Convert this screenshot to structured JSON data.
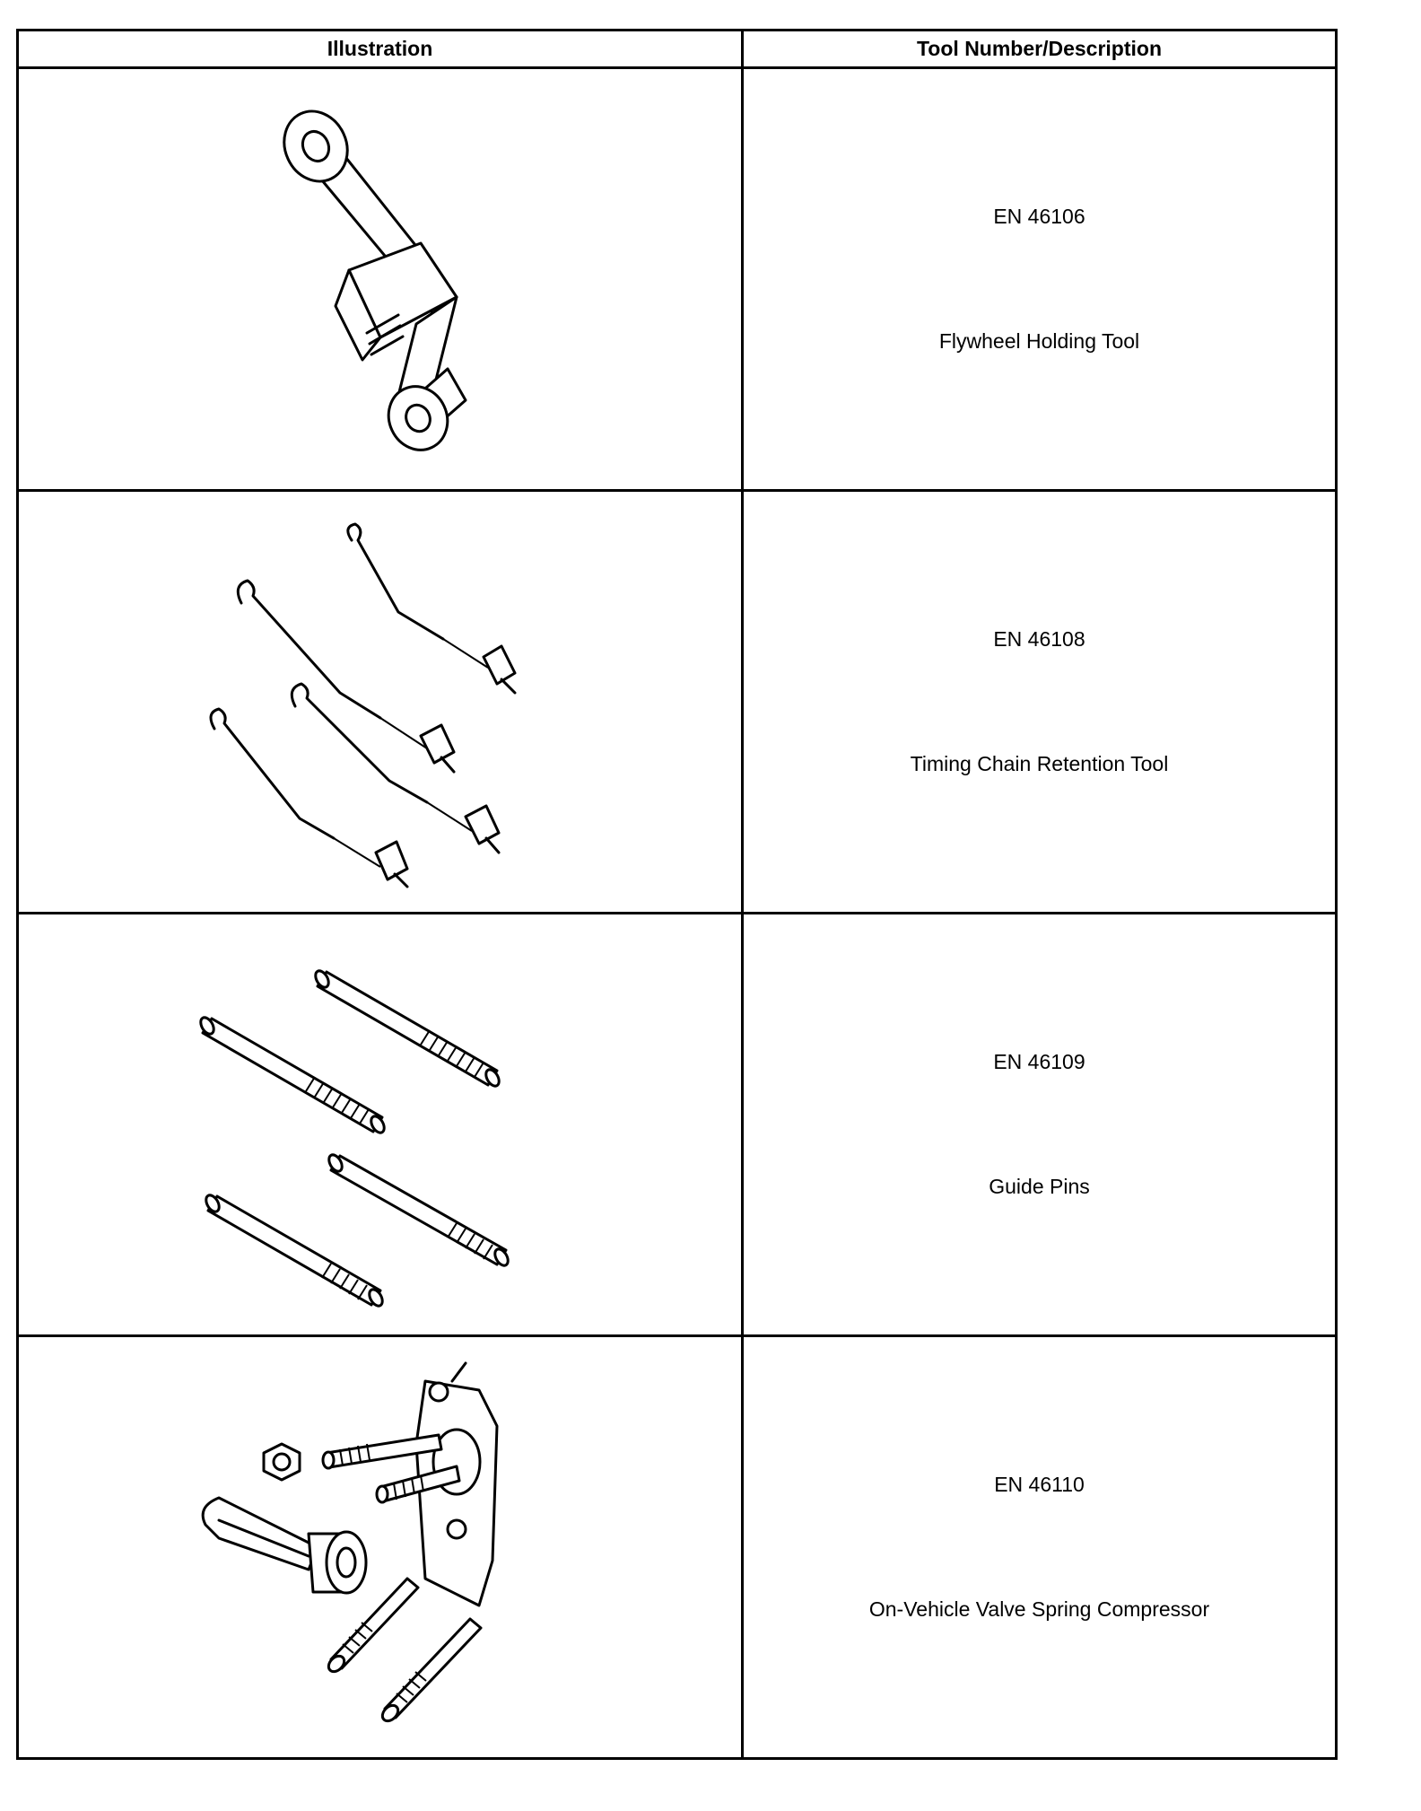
{
  "table": {
    "headers": {
      "illustration": "Illustration",
      "description": "Tool Number/Description"
    },
    "rows": [
      {
        "number": "EN 46106",
        "description": "Flywheel Holding Tool",
        "icon": "flywheel-holding-tool-icon"
      },
      {
        "number": "EN 46108",
        "description": "Timing Chain Retention Tool",
        "icon": "timing-chain-retention-tool-icon"
      },
      {
        "number": "EN 46109",
        "description": "Guide Pins",
        "icon": "guide-pins-icon"
      },
      {
        "number": "EN 46110",
        "description": "On-Vehicle Valve Spring Compressor",
        "icon": "valve-spring-compressor-icon"
      }
    ]
  }
}
